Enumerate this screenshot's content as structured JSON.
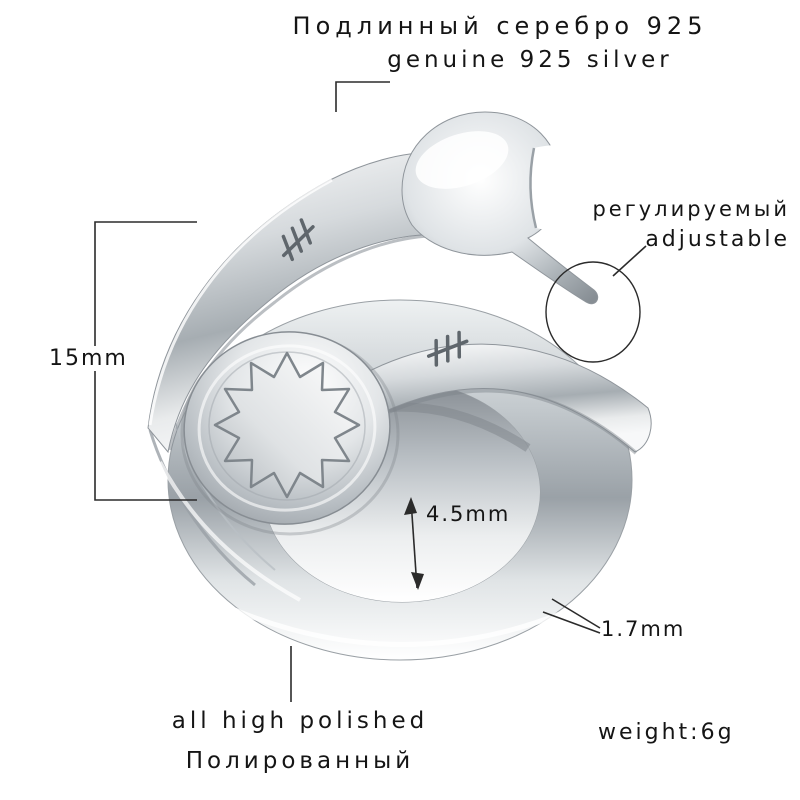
{
  "product": {
    "subject": "silver wrench-shaped adjustable ring",
    "labels": {
      "material_ru": "Подлинный серебро 925",
      "material_en": "genuine 925 silver",
      "adjustable_ru": "регулируемый",
      "adjustable_en": "adjustable",
      "height": "15mm",
      "band_width": "4.5mm",
      "band_thickness": "1.7mm",
      "polish_en": "all high polished",
      "polish_ru": "Полированный",
      "weight": "weight:6g"
    },
    "colors": {
      "background": "#ffffff",
      "text": "#151515",
      "annotation_line": "#2b2b2b",
      "metal_highlight": "#ffffff",
      "metal_mid": "#c3c9cd",
      "metal_shadow": "#8f959a"
    }
  }
}
